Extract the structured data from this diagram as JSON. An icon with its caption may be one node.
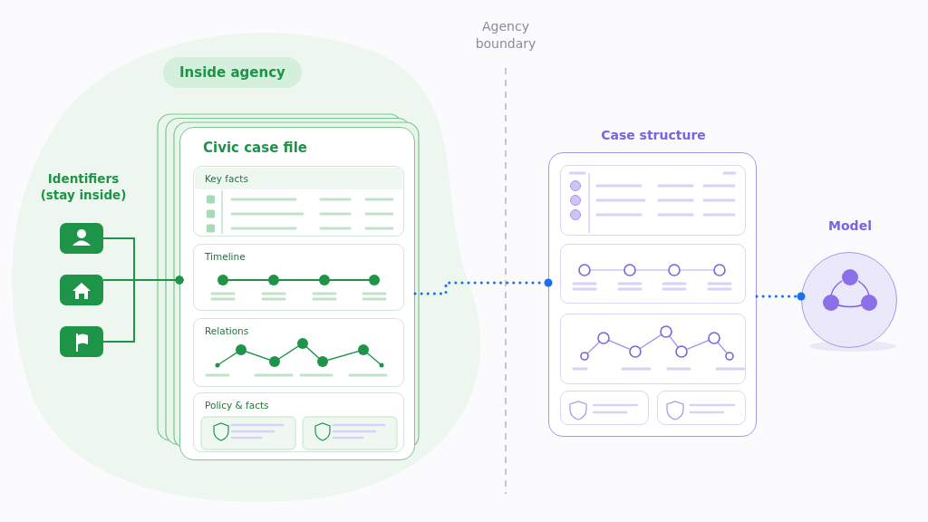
{
  "diagram": {
    "nodes": [
      {
        "text": [
          "Inside agency"
        ]
      },
      {
        "text": [],
        "shape": "box",
        "in": 0
      },
      {
        "text": [],
        "shape": "box",
        "in": 0
      },
      {
        "text": [],
        "shape": "box",
        "in": 0
      },
      {
        "text": [
          "Civic case file"
        ],
        "in": 0
      },
      {
        "text": [
          "Key facts"
        ],
        "in": 4
      },
      {
        "text": [
          "Timeline"
        ],
        "in": 4
      },
      {
        "text": [
          "Relations"
        ],
        "in": 4
      },
      {
        "text": [
          "Policy & facts"
        ],
        "in": 4
      },
      {
        "text": [
          "Case structure"
        ]
      },
      {
        "text": [],
        "shape": "box",
        "in": 9
      },
      {
        "text": [],
        "shape": "box",
        "in": 9
      },
      {
        "text": [],
        "shape": "box",
        "in": 9
      },
      {
        "text": [],
        "shape": "box",
        "in": 9
      },
      {
        "text": [],
        "shape": "box",
        "in": 9
      },
      {
        "text": [
          "Model"
        ]
      }
    ],
    "edges": [
      {
        "from": 1,
        "to": 4,
        "arrow": "other"
      },
      {
        "from": 2,
        "to": 4,
        "arrow": "other"
      },
      {
        "from": 3,
        "to": 4,
        "arrow": "other"
      },
      {
        "from": 4,
        "to": 9,
        "arrow": "other",
        "style": "dashed",
        "color": "#1a6ef0"
      },
      {
        "from": 9,
        "to": 15,
        "arrow": "other",
        "style": "dashed",
        "color": "#1a6ef0"
      }
    ],
    "labels": [
      "Identifiers (stay inside)",
      "Agency boundary"
    ]
  }
}
